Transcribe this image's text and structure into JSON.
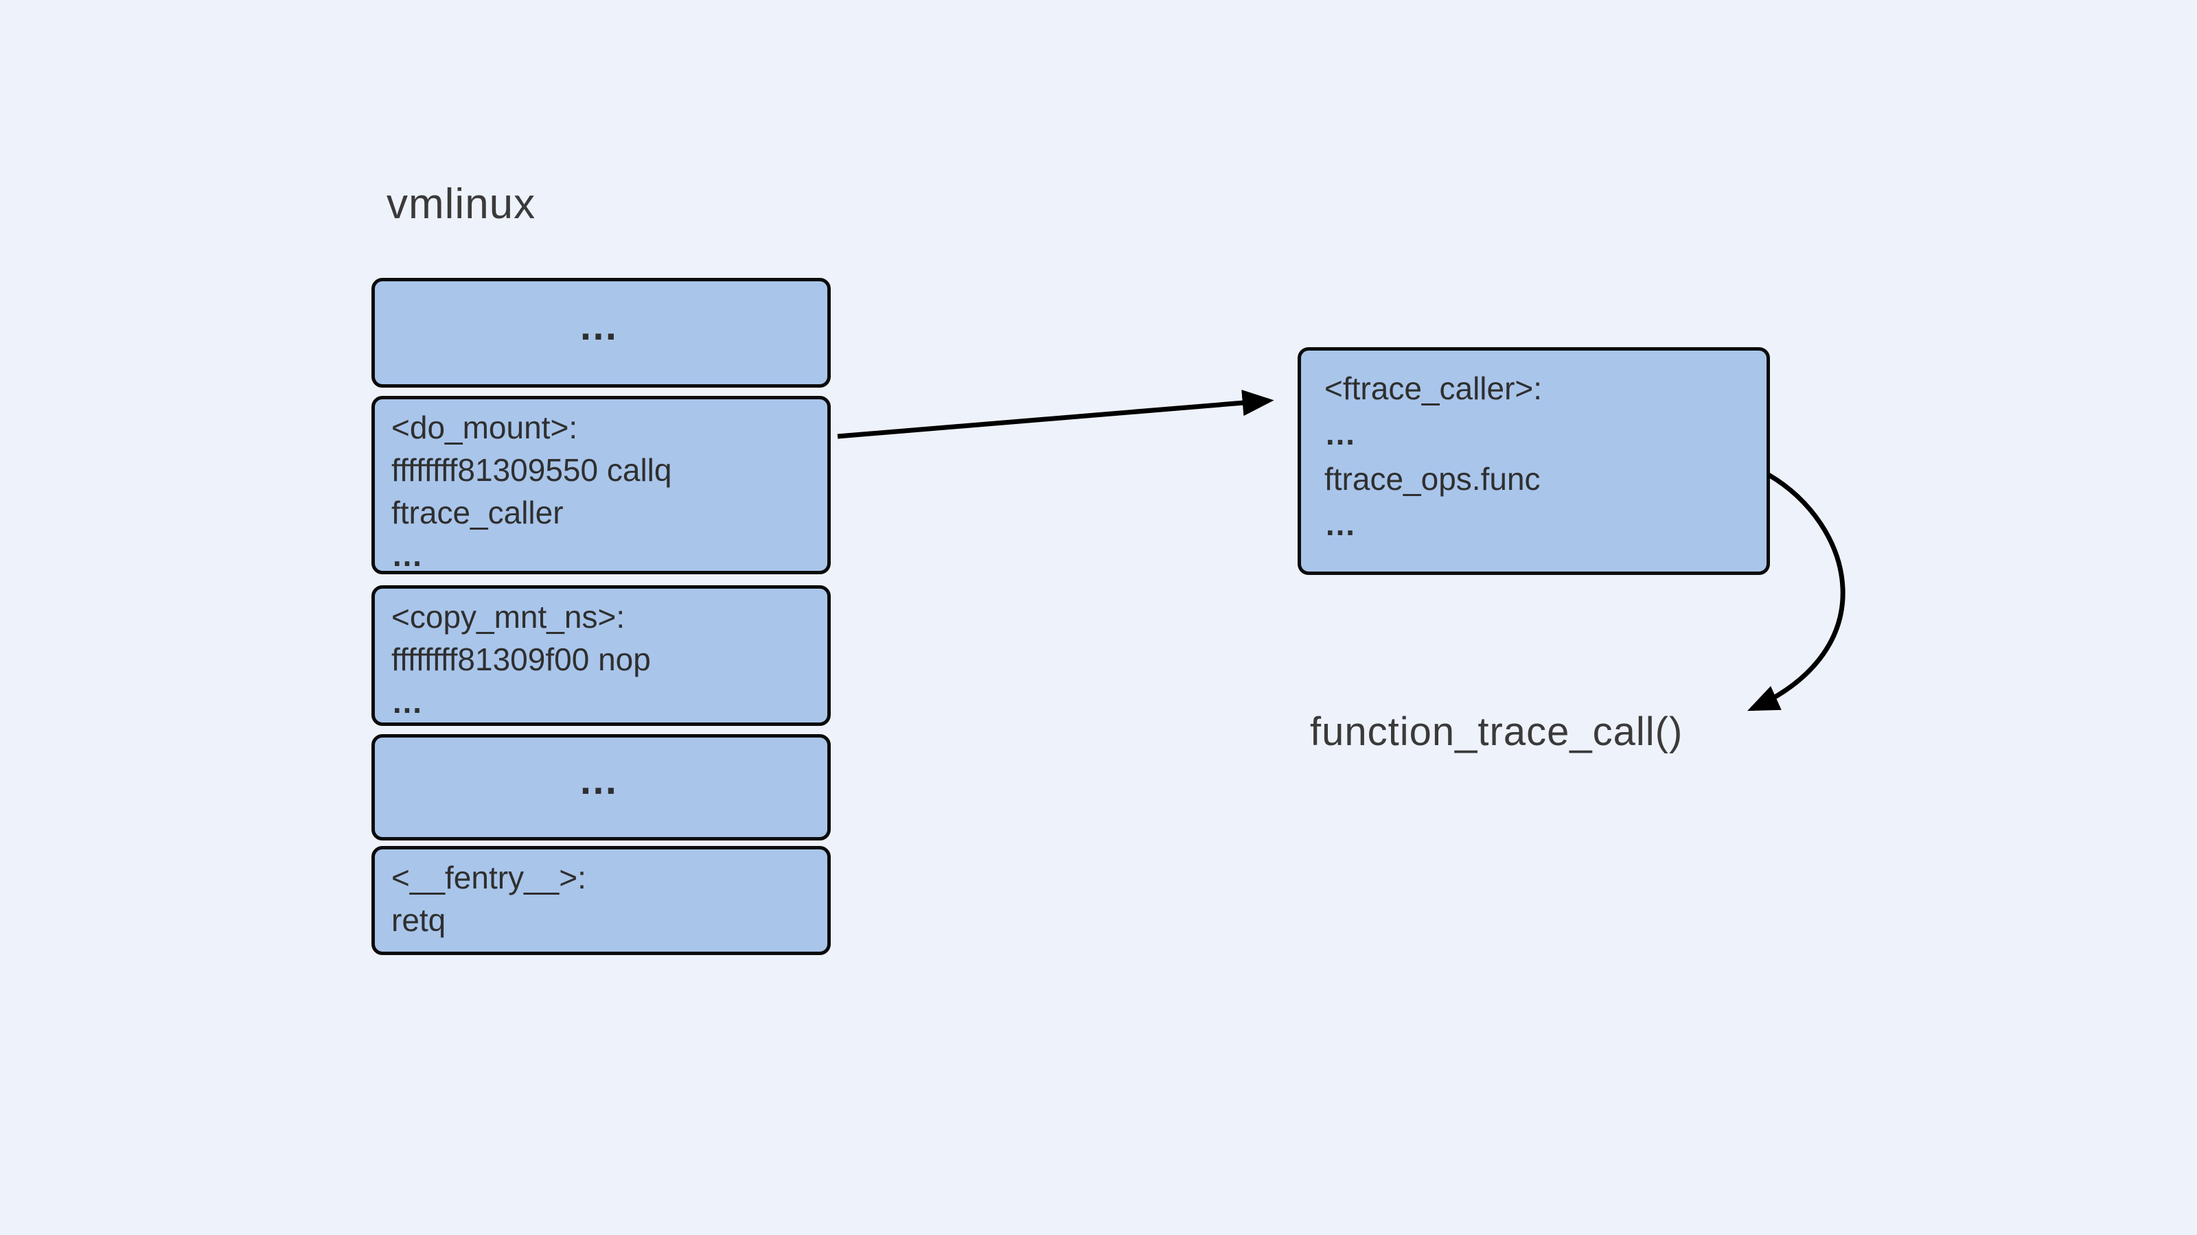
{
  "title": "vmlinux",
  "colors": {
    "background": "#eef2fa",
    "box_fill": "#a9c5ea",
    "box_border": "#0b0b0b",
    "text": "#2f2f2f",
    "arrow": "#000000"
  },
  "stack": {
    "blocks": [
      {
        "id": "ellipsis-top",
        "lines": [
          "…"
        ]
      },
      {
        "id": "do-mount",
        "lines": [
          "<do_mount>:",
          "ffffffff81309550 callq",
          "ftrace_caller",
          "…"
        ]
      },
      {
        "id": "copy-mnt-ns",
        "lines": [
          "<copy_mnt_ns>:",
          "ffffffff81309f00 nop",
          "…"
        ]
      },
      {
        "id": "ellipsis-bottom",
        "lines": [
          "…"
        ]
      },
      {
        "id": "fentry",
        "lines": [
          "<__fentry__>:",
          "retq"
        ]
      }
    ]
  },
  "ftrace_caller_box": {
    "lines": [
      "<ftrace_caller>:",
      "…",
      "ftrace_ops.func",
      "…"
    ]
  },
  "function_label": "function_trace_call()"
}
